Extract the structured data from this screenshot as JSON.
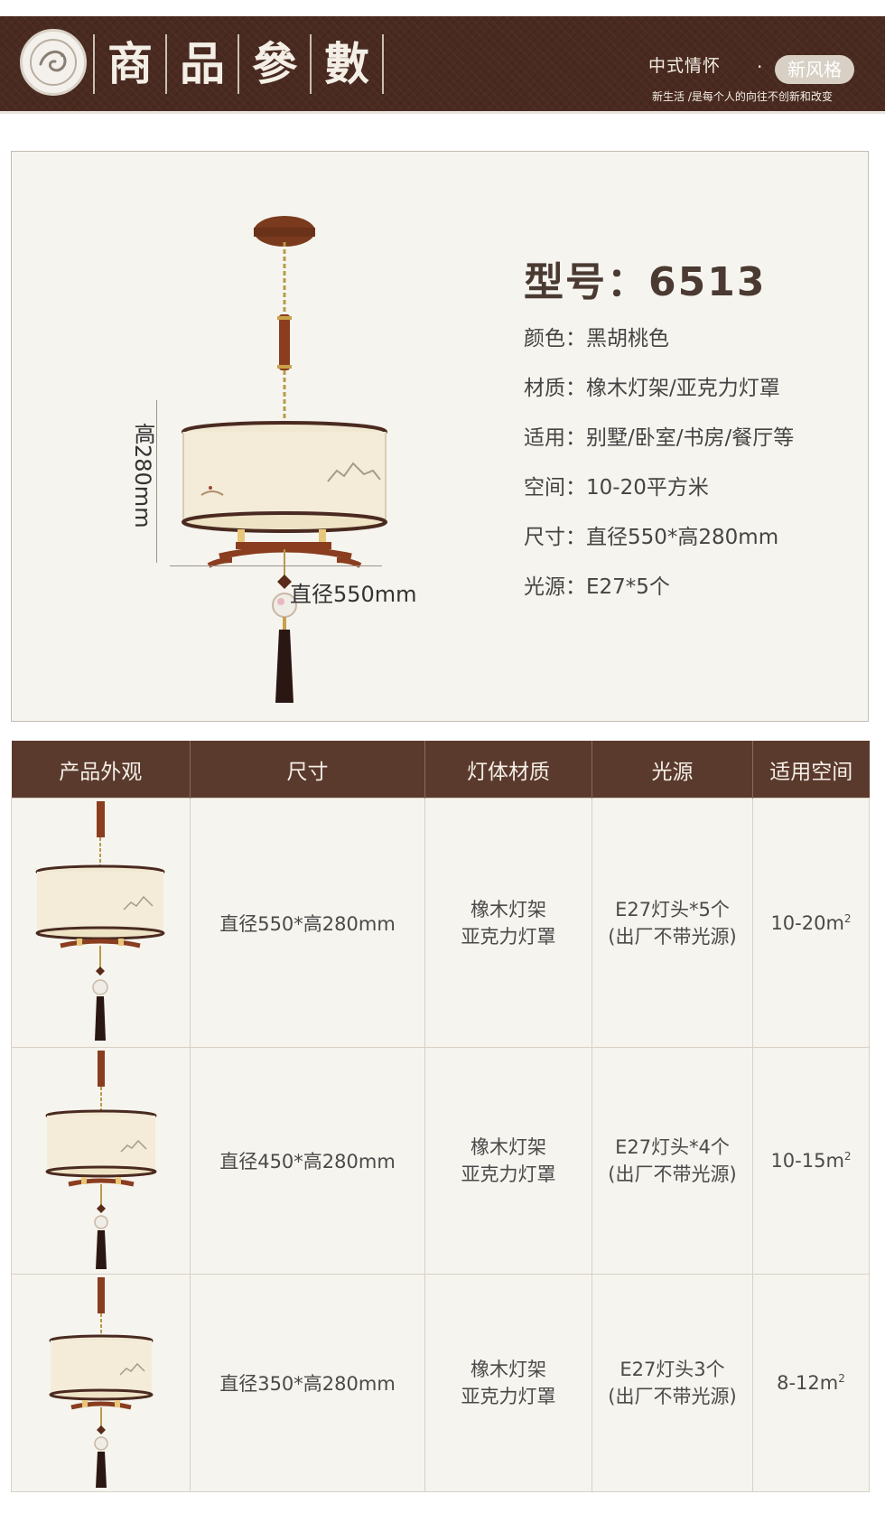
{
  "header": {
    "title_chars": [
      "商",
      "品",
      "參",
      "數"
    ],
    "slogan_main": "中式情怀",
    "slogan_dot": "·",
    "slogan_badge": "新风格",
    "slogan_sub": "新生活 /是每个人的向往不创新和改变"
  },
  "product": {
    "dim_height": "高280mm",
    "dim_width": "直径550mm",
    "model": "型号：6513",
    "specs": [
      "颜色：黑胡桃色",
      "材质：橡木灯架/亚克力灯罩",
      "适用：别墅/卧室/书房/餐厅等",
      "空间：10-20平方米",
      "尺寸：直径550*高280mm",
      "光源：E27*5个"
    ]
  },
  "table": {
    "headers": [
      "产品外观",
      "尺寸",
      "灯体材质",
      "光源",
      "适用空间"
    ],
    "rows": [
      {
        "size": "直径550*高280mm",
        "material_1": "橡木灯架",
        "material_2": "亚克力灯罩",
        "light_1": "E27灯头*5个",
        "light_2": "(出厂不带光源)",
        "space": "10-20m",
        "space_sup": "2"
      },
      {
        "size": "直径450*高280mm",
        "material_1": "橡木灯架",
        "material_2": "亚克力灯罩",
        "light_1": "E27灯头*4个",
        "light_2": "(出厂不带光源)",
        "space": "10-15m",
        "space_sup": "2"
      },
      {
        "size": "直径350*高280mm",
        "material_1": "橡木灯架",
        "material_2": "亚克力灯罩",
        "light_1": "E27灯头3个",
        "light_2": "(出厂不带光源)",
        "space": "8-12m",
        "space_sup": "2"
      }
    ]
  },
  "colors": {
    "header_bg": "#4a2a20",
    "table_header_bg": "#5b3a2e",
    "panel_bg": "#f6f4ee",
    "wood": "#8a3d1f"
  }
}
